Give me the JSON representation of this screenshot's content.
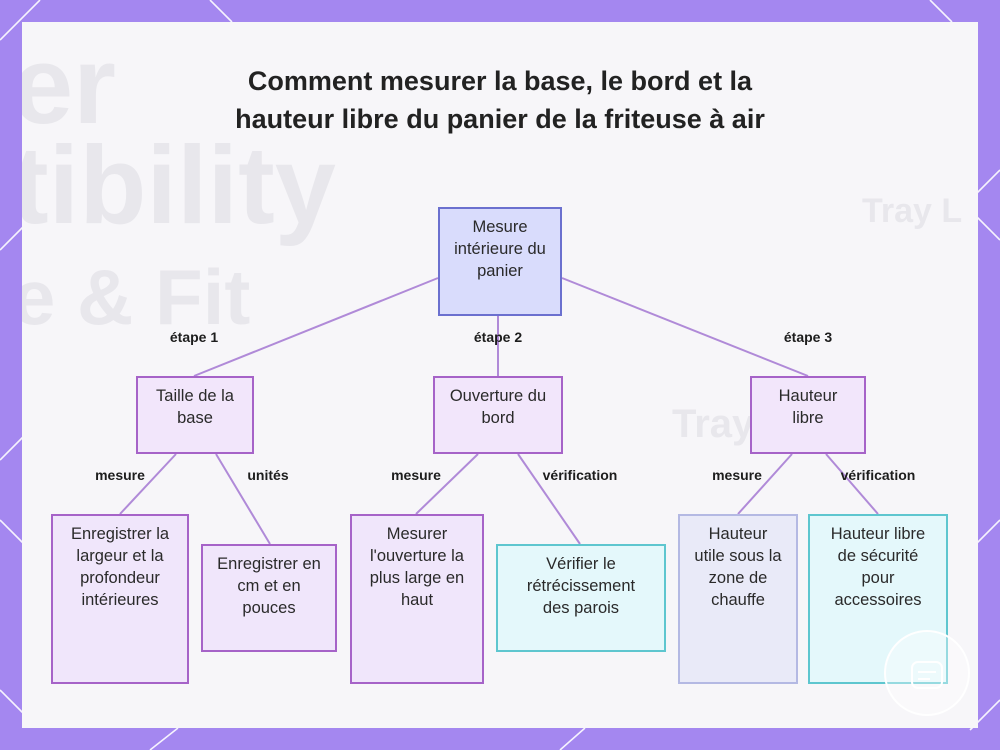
{
  "title": "Comment mesurer la base, le bord et la hauteur libre du panier de la friteuse à air",
  "root": {
    "label": "Mesure intérieure du panier"
  },
  "branches": [
    {
      "edge": "étape 1",
      "label": "Taille de la base",
      "children": [
        {
          "edge": "mesure",
          "label": "Enregistrer la largeur et la profondeur intérieures"
        },
        {
          "edge": "unités",
          "label": "Enregistrer en cm et en pouces"
        }
      ]
    },
    {
      "edge": "étape 2",
      "label": "Ouverture du bord",
      "children": [
        {
          "edge": "mesure",
          "label": "Mesurer l'ouverture la plus large en haut"
        },
        {
          "edge": "vérification",
          "label": "Vérifier le rétrécissement des parois"
        }
      ]
    },
    {
      "edge": "étape 3",
      "label": "Hauteur libre",
      "children": [
        {
          "edge": "mesure",
          "label": "Hauteur utile sous la zone de chauffe"
        },
        {
          "edge": "vérification",
          "label": "Hauteur libre de sécurité pour accessoires"
        }
      ]
    }
  ],
  "colors": {
    "background": "#a487f0",
    "root_fill": "#d9dcfc",
    "root_border": "#6b70cf",
    "node_fill": "#f2e6fb",
    "node_border": "#a663c8",
    "check_fill": "#e4f8fb",
    "check_border": "#5ec6cf",
    "edge": "#b08ad8"
  }
}
